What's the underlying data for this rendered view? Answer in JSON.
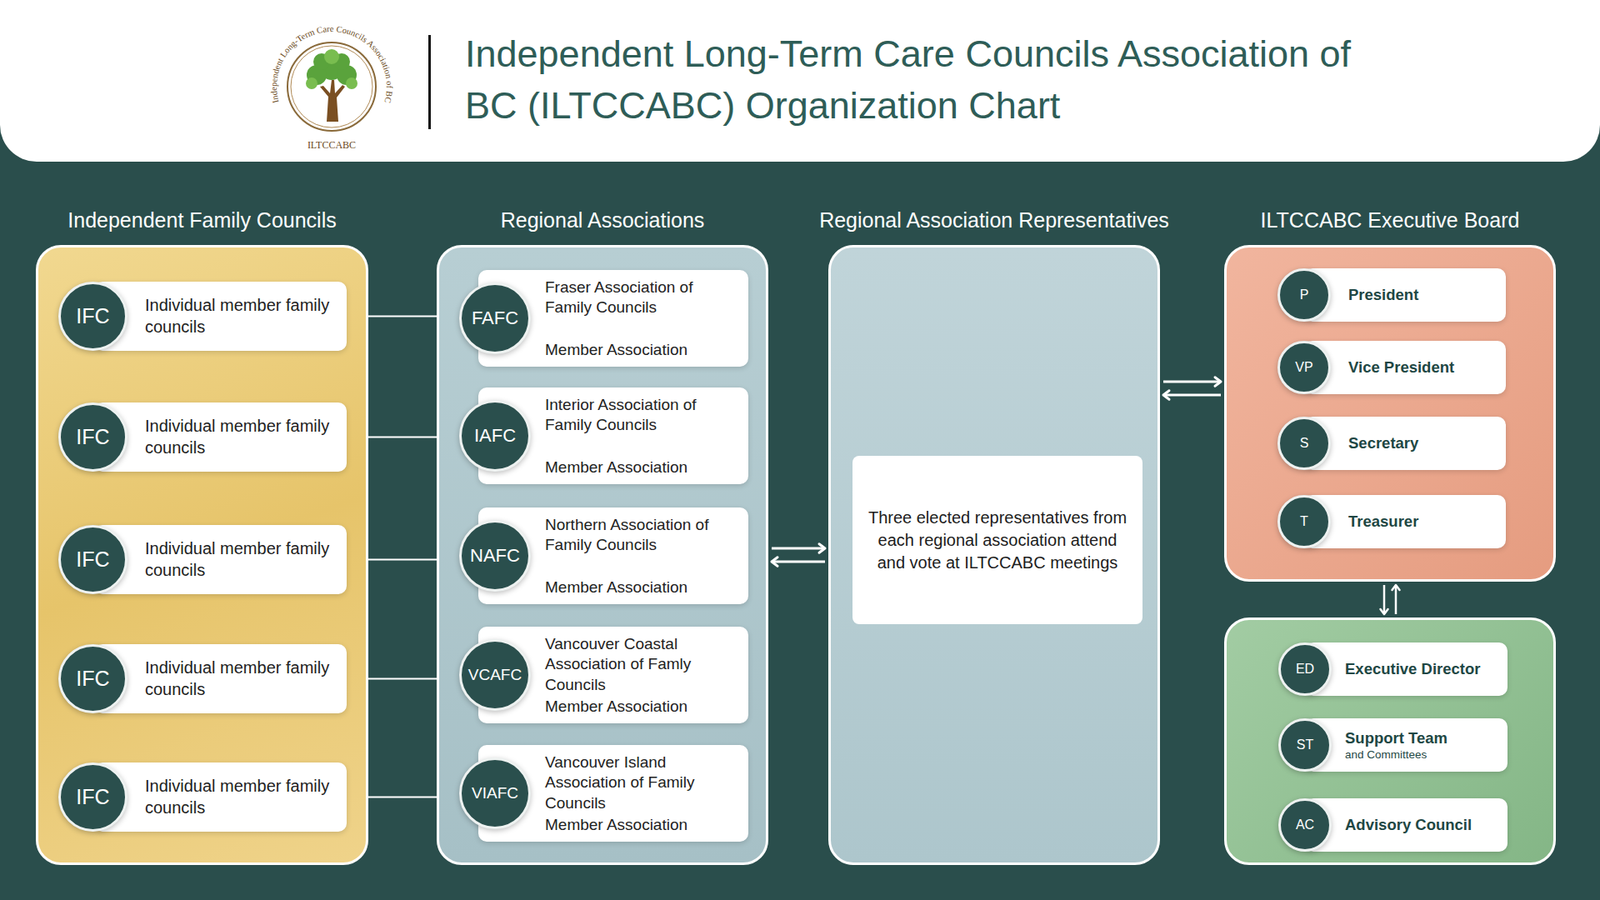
{
  "diagram": {
    "title": "Independent Long-Term Care Councils Association of BC (ILTCCABC) Organization Chart",
    "nodes": [
      {
        "text": [
          "Independent Family Councils"
        ]
      },
      {
        "text": [
          "IFC",
          "Individual member family councils"
        ],
        "in": 0
      },
      {
        "text": [
          "IFC",
          "Individual member family councils"
        ],
        "in": 0
      },
      {
        "text": [
          "IFC",
          "Individual member family councils"
        ],
        "in": 0
      },
      {
        "text": [
          "IFC",
          "Individual member family councils"
        ],
        "in": 0
      },
      {
        "text": [
          "IFC",
          "Individual member family councils"
        ],
        "in": 0
      },
      {
        "text": [
          "Regional Associations"
        ]
      },
      {
        "text": [
          "FAFC",
          "Fraser Association of Family Councils",
          "Member Association"
        ],
        "in": 6
      },
      {
        "text": [
          "IAFC",
          "Interior Association of Family Councils",
          "Member Association"
        ],
        "in": 6
      },
      {
        "text": [
          "NAFC",
          "Northern Association of Family Councils",
          "Member Association"
        ],
        "in": 6
      },
      {
        "text": [
          "VCAFC",
          "Vancouver Coastal Association of Famly Councils",
          "Member Association"
        ],
        "in": 6
      },
      {
        "text": [
          "VIAFC",
          "Vancouver Island Association of Family Councils",
          "Member Association"
        ],
        "in": 6
      },
      {
        "text": [
          "Regional Association Representatives"
        ]
      },
      {
        "text": [
          "Three elected representatives from each regional association attend and vote at ILTCCABC meetings"
        ],
        "in": 12
      },
      {
        "text": [
          "ILTCCABC Executive Board"
        ]
      },
      {
        "text": [
          "P",
          "President"
        ],
        "in": 14
      },
      {
        "text": [
          "VP",
          "Vice President"
        ],
        "in": 14
      },
      {
        "text": [
          "S",
          "Secretary"
        ],
        "in": 14
      },
      {
        "text": [
          "T",
          "Treasurer"
        ],
        "in": 14
      },
      {
        "text": []
      },
      {
        "text": [
          "ED",
          "Executive Director"
        ],
        "in": 19
      },
      {
        "text": [
          "ST",
          "Support Team",
          "and Committees"
        ],
        "in": 19
      },
      {
        "text": [
          "AC",
          "Advisory Council"
        ],
        "in": 19
      }
    ],
    "edges": [
      {
        "from": 1,
        "to": 7,
        "arrow": "both"
      },
      {
        "from": 2,
        "to": 8,
        "arrow": "both"
      },
      {
        "from": 3,
        "to": 9,
        "arrow": "both"
      },
      {
        "from": 4,
        "to": 10,
        "arrow": "both"
      },
      {
        "from": 5,
        "to": 11,
        "arrow": "both"
      },
      {
        "from": 6,
        "to": 12,
        "arrow": "both"
      },
      {
        "from": 12,
        "to": 14,
        "arrow": "both"
      },
      {
        "from": 14,
        "to": 19,
        "arrow": "both"
      }
    ],
    "labels": [
      "Independent Long-Term Care Councils Association of BC",
      "ILTCCABC"
    ]
  }
}
